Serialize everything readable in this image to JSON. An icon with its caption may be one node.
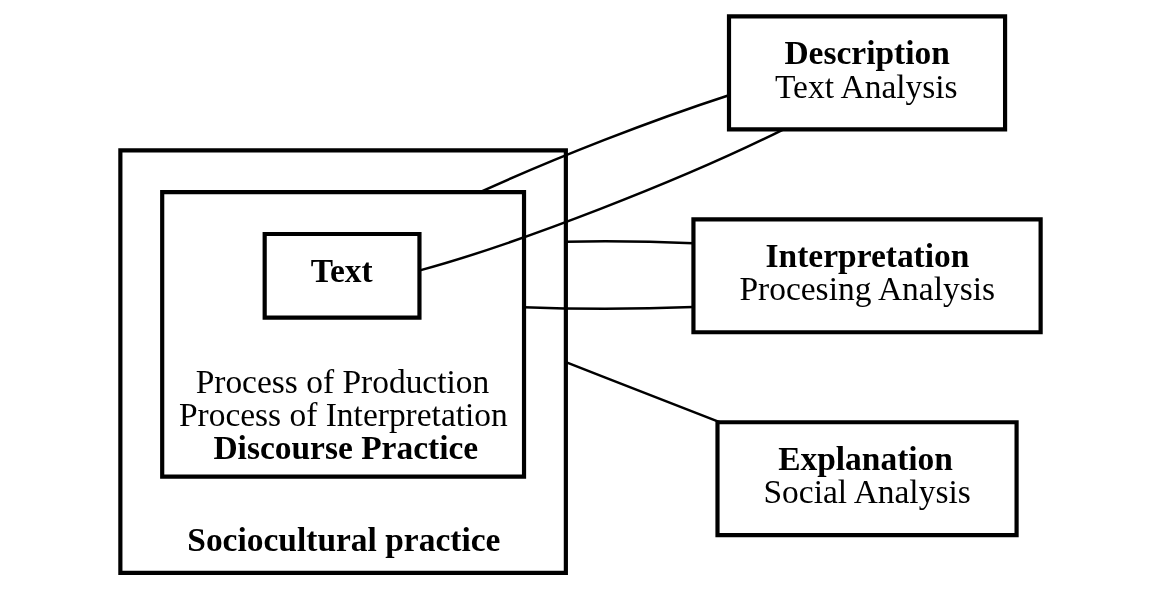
{
  "diagram": {
    "nodes": [
      {
        "text": [
          "Sociocultural practice"
        ]
      },
      {
        "text": [
          "Process of Production",
          "Process of Interpretation",
          "Discourse Practice"
        ],
        "in": 0
      },
      {
        "text": [
          "Text"
        ],
        "in": 1
      },
      {
        "text": [
          "Description",
          "Text Analysis"
        ]
      },
      {
        "text": [
          "Interpretation",
          "Procesing Analysis"
        ]
      },
      {
        "text": [
          "Explanation",
          "Social Analysis"
        ]
      }
    ],
    "edges": [
      {
        "from": 2,
        "to": 3,
        "arrow": "none"
      },
      {
        "from": 1,
        "to": 3,
        "arrow": "none"
      },
      {
        "from": 1,
        "to": 4,
        "arrow": "none"
      },
      {
        "from": 0,
        "to": 4,
        "arrow": "none"
      },
      {
        "from": 0,
        "to": 5,
        "arrow": "none"
      }
    ]
  }
}
